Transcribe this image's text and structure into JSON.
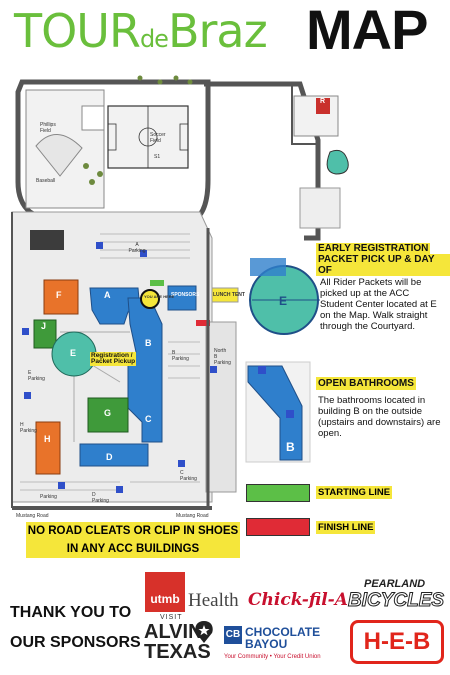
{
  "title": {
    "tour": "TOUR",
    "de": "de",
    "braz": "Braz",
    "map": "MAP"
  },
  "map_labels": {
    "phillips_field": "Phillips\nField",
    "soccer_field": "Soccer\nField",
    "s1": "S1",
    "baseball": "Baseball",
    "a_parking": "A\nParking",
    "b_parking": "B\nParking",
    "c_parking": "C\nParking",
    "d_parking": "D\nParking",
    "e_parking": "E\nParking",
    "h_parking": "H\nParking",
    "north_b_parking": "North\nB\nParking",
    "parking": "Parking",
    "mustang_road_1": "Mustang Road",
    "mustang_road_2": "Mustang Road",
    "sponsors": "SPONSORS",
    "lunch_tent": "LUNCH TENT",
    "you_are_here": "YOU ARE HERE",
    "registration": "Registration /\nPacket Pickup"
  },
  "buildings": [
    "A",
    "B",
    "C",
    "D",
    "E",
    "F",
    "G",
    "H",
    "J",
    "R"
  ],
  "early_registration": {
    "heading_line1": "EARLY REGISTRATION",
    "heading_line2": "PACKET PICK UP & DAY OF",
    "body": "All Rider Packets will be picked up at the ACC Student Center located at E on the Map. Walk straight through the Courtyard."
  },
  "open_bathrooms": {
    "heading": "OPEN BATHROOMS",
    "body": "The bathrooms located in building B on the outside (upstairs and downstairs) are open."
  },
  "legend": {
    "starting_line": "STARTING LINE",
    "finish_line": "FINISH LINE",
    "start_color": "#5cbf47",
    "finish_color": "#e02b36"
  },
  "cleat_note": {
    "line1": "NO ROAD CLEATS OR CLIP IN SHOES",
    "line2": "IN ANY ACC BUILDINGS"
  },
  "sponsors_heading": {
    "line1": "THANK YOU TO",
    "line2": "OUR SPONSORS"
  },
  "sponsors": {
    "utmb": "utmb",
    "health": "Health",
    "chickfila": "Chick-fil-A",
    "pearland": "PEARLAND",
    "bicycles": "BICYCLES",
    "visit": "VISIT",
    "alvin": "ALVIN",
    "texas": "TEXAS",
    "chocolate": "CHOCOLATE",
    "bayou": "BAYOU",
    "cb_tag": "Your Community • Your Credit Union",
    "heb": "H-E-B"
  },
  "colors": {
    "green": "#6abf3c",
    "blue": "#2f7fcc",
    "teal": "#4fbfa9",
    "orange": "#e8732a",
    "yellow": "#f5e63a",
    "red": "#c9302c",
    "building_green": "#3f9a3a"
  }
}
